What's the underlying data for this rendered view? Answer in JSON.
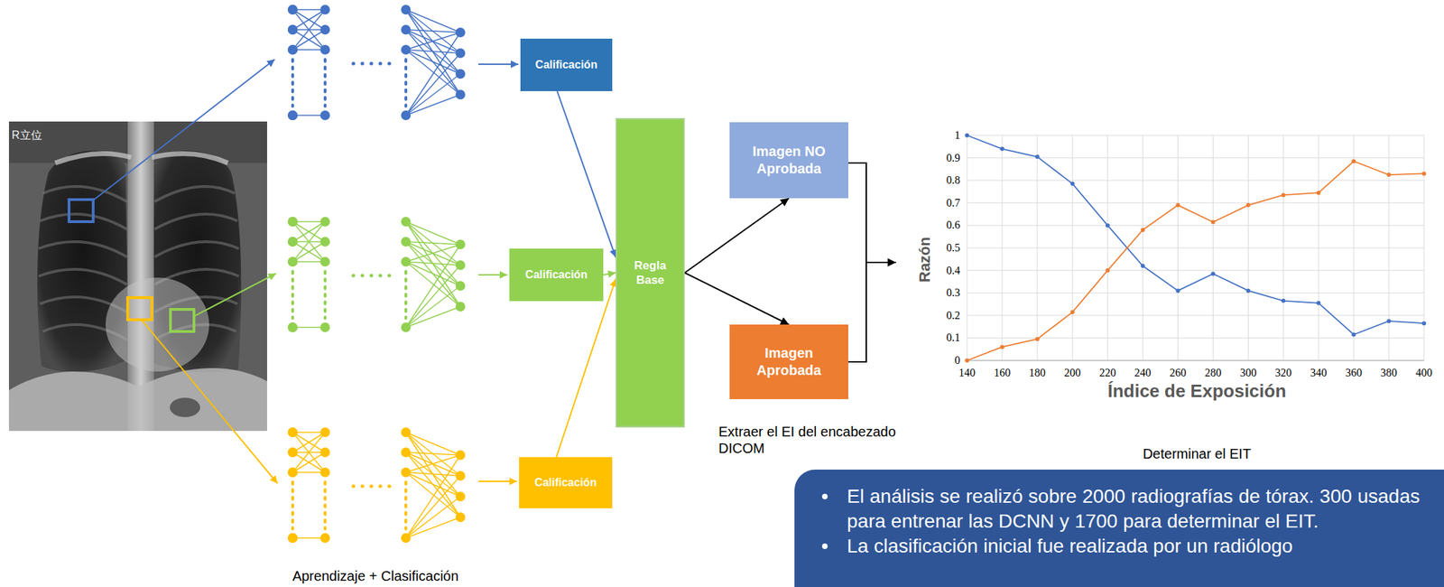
{
  "diagram": {
    "nodes": [
      {
        "text": [
          "Calificación"
        ]
      },
      {
        "text": [
          "Calificación"
        ]
      },
      {
        "text": [
          "Calificación"
        ]
      },
      {
        "text": [
          "Regla Base"
        ]
      },
      {
        "text": [
          "Imagen NO Aprobada"
        ]
      },
      {
        "text": [
          "Imagen Aprobada"
        ]
      },
      {
        "text": [
          "El análisis se realizó sobre 2000 radiografías de tórax. 300 usadas para entrenar las DCNN y 1700 para determinar el EIT.",
          "La clasificación inicial fue realizada por un radiólogo"
        ]
      }
    ],
    "edges": [
      {
        "from": 0,
        "to": 3,
        "arrow": "to"
      },
      {
        "from": 1,
        "to": 3,
        "arrow": "to"
      },
      {
        "from": 2,
        "to": 3,
        "arrow": "to"
      },
      {
        "from": 3,
        "to": 4,
        "arrow": "to"
      },
      {
        "from": 3,
        "to": 5,
        "arrow": "to"
      }
    ],
    "labels": [
      "R立位",
      "Aprendizaje + Clasificación",
      "Extraer el EI del encabezado DICOM",
      "Determinar el EIT",
      "Razón",
      "Índice de Exposición",
      "1",
      "0.9",
      "0.8",
      "0.7",
      "0.6",
      "0.5",
      "0.4",
      "0.3",
      "0.2",
      "0.1",
      "0",
      "140",
      "160",
      "180",
      "200",
      "220",
      "240",
      "260",
      "280",
      "300",
      "320",
      "340",
      "360",
      "380",
      "400"
    ]
  }
}
